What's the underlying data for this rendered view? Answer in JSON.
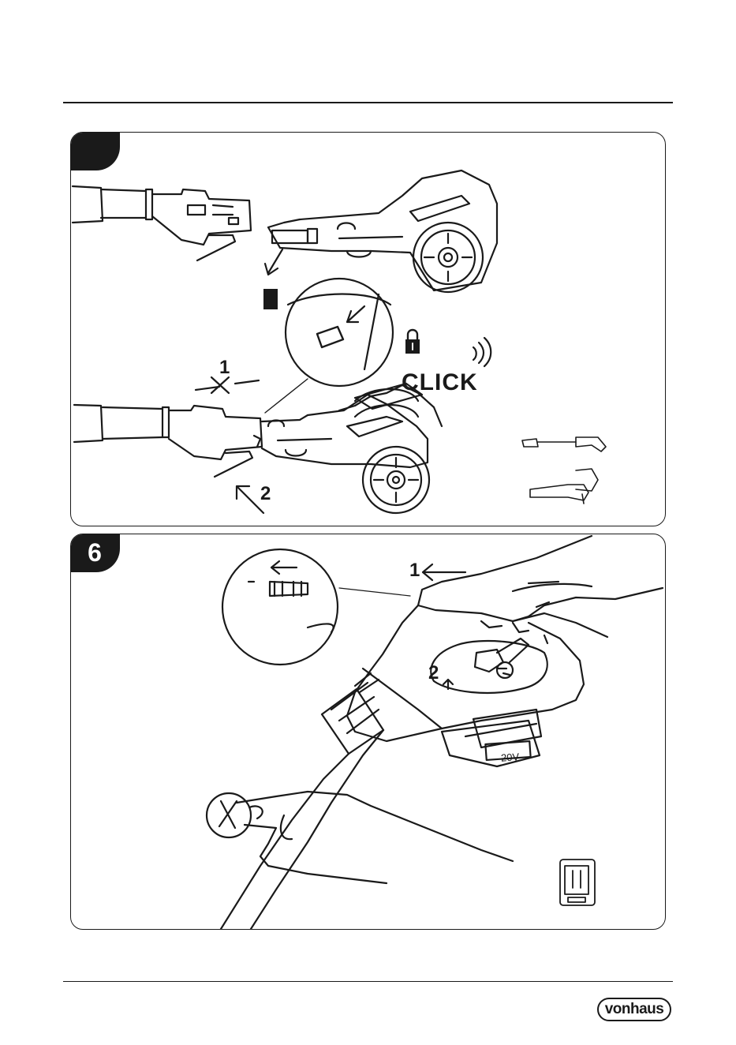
{
  "steps": [
    {
      "number": "",
      "labels": {
        "step1": "1",
        "step2": "2",
        "click": "CLICK"
      },
      "icons": [
        "lock-icon",
        "sound-waves-icon",
        "spray-gun-accessory-icon",
        "patio-cleaner-accessory-icon"
      ]
    },
    {
      "number": "6",
      "labels": {
        "step1": "1",
        "step2": "2",
        "battery_voltage": "20V"
      },
      "icons": [
        "battery-pack-icon"
      ]
    }
  ],
  "footer": {
    "brand": "vonhaus"
  },
  "colors": {
    "ink": "#1a1a1a",
    "paper": "#ffffff"
  }
}
